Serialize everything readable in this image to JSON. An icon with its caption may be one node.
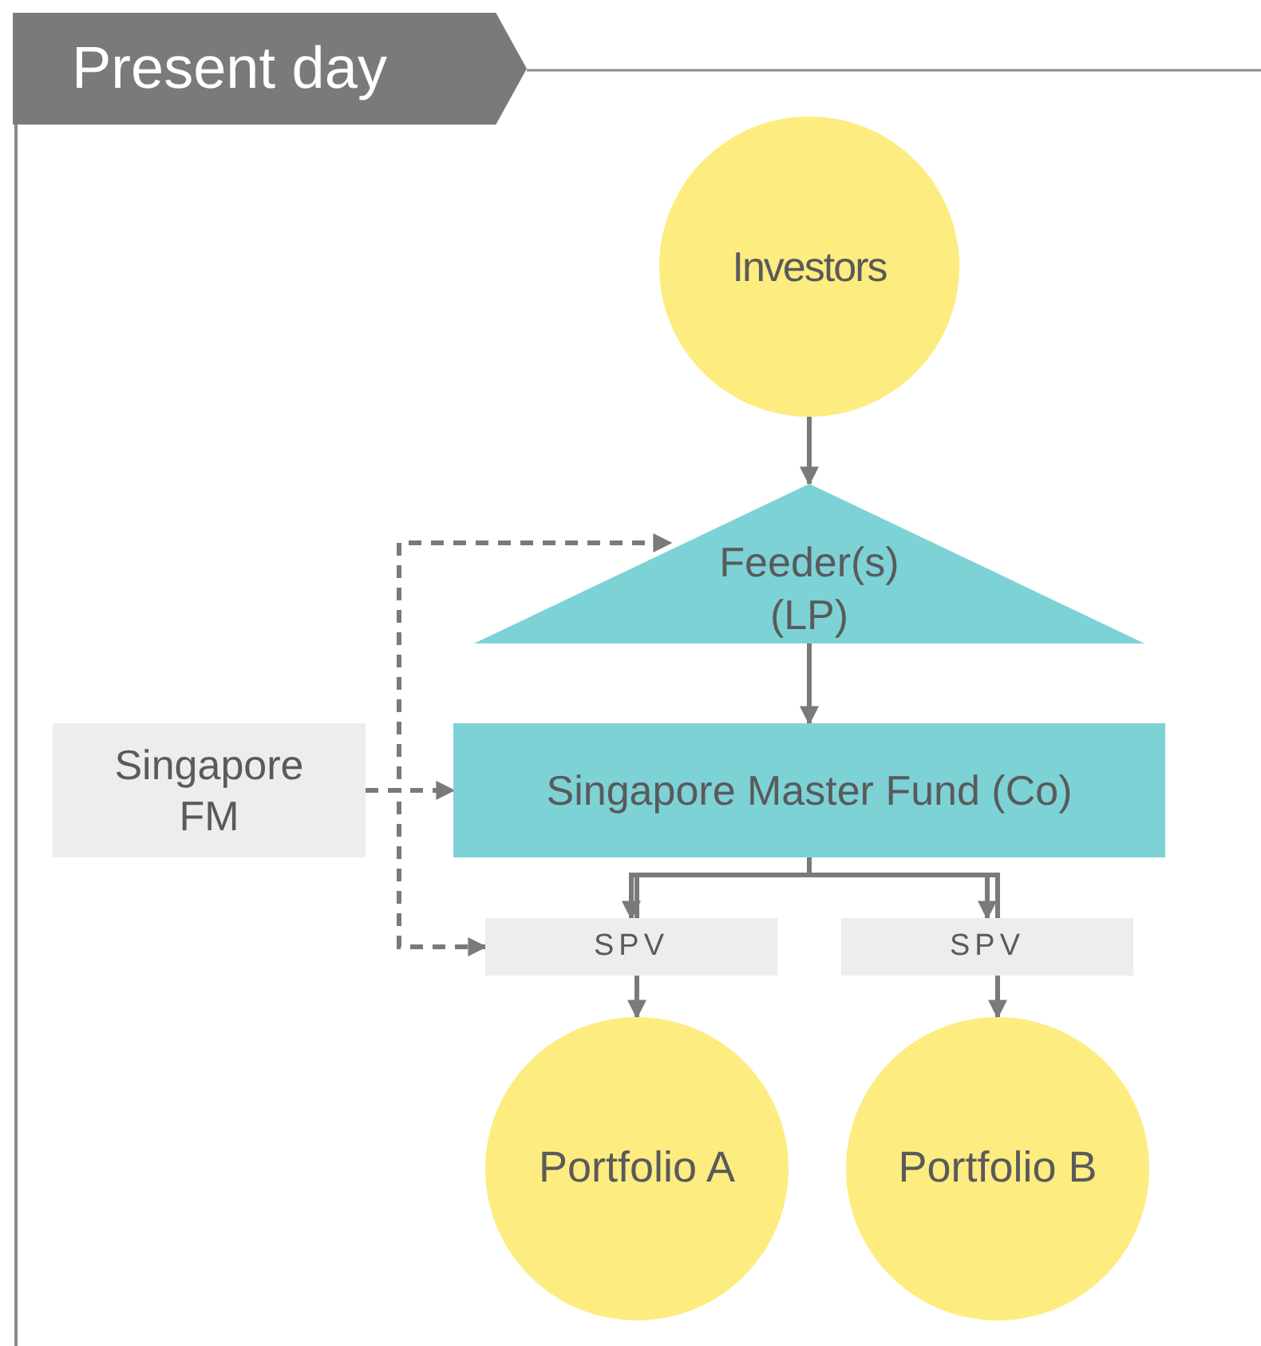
{
  "diagram": {
    "title": "Present day",
    "nodes": [
      {
        "text": [
          "Investors"
        ]
      },
      {
        "text": [
          "Feeder(s) (LP)"
        ]
      },
      {
        "text": [
          "Singapore Master Fund (Co)"
        ]
      },
      {
        "text": [
          "Singapore FM"
        ]
      },
      {
        "text": [
          "SPV"
        ]
      },
      {
        "text": [
          "SPV"
        ]
      },
      {
        "text": [
          "Portfolio A"
        ]
      },
      {
        "text": [
          "Portfolio B"
        ]
      }
    ],
    "edges": [
      {
        "from": 0,
        "to": 1,
        "arrow": "to"
      },
      {
        "from": 1,
        "to": 2,
        "arrow": "to"
      },
      {
        "from": 2,
        "to": 4,
        "arrow": "to"
      },
      {
        "from": 2,
        "to": 5,
        "arrow": "to"
      },
      {
        "from": 3,
        "to": 1,
        "arrow": "to",
        "style": "dashed"
      },
      {
        "from": 3,
        "to": 2,
        "arrow": "to",
        "style": "dashed"
      },
      {
        "from": 3,
        "to": 4,
        "arrow": "to",
        "style": "dashed"
      },
      {
        "from": 4,
        "to": 6,
        "arrow": "to"
      },
      {
        "from": 5,
        "to": 7,
        "arrow": "to"
      }
    ]
  }
}
